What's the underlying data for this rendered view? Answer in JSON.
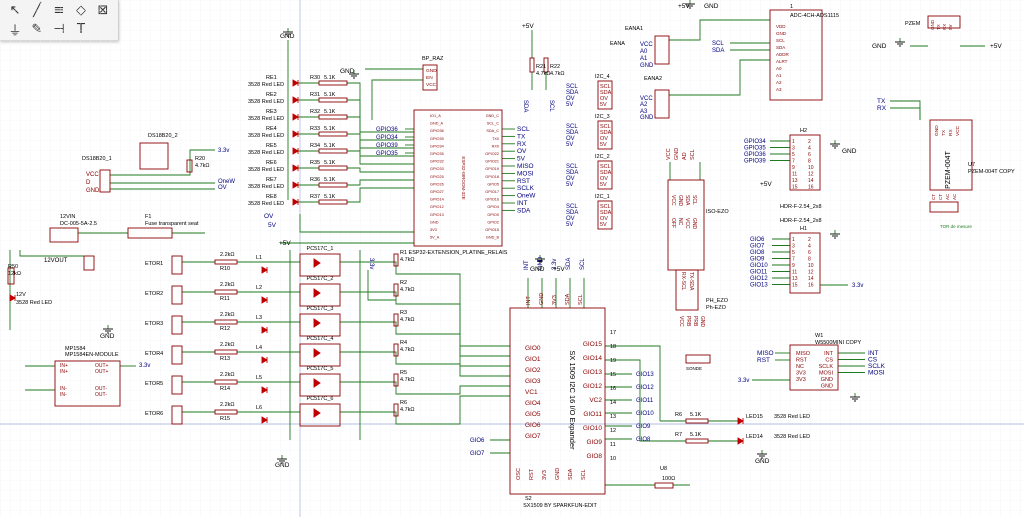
{
  "diagram": {
    "power": {
      "gnd": "GND",
      "v5": "+5V",
      "v33": "3.3v",
      "v5b": "5V",
      "v33b": "3.3v"
    },
    "esp": {
      "ref": "ESP32-EXTENSION_PLATINE_RELAIS",
      "inner": "ESP32-WROOM-32E",
      "left_pins": [
        "IO1_A",
        "GND_A",
        "GPIO36",
        "GPIO39",
        "GPIO34",
        "GPIO35",
        "GPIO32",
        "GPIO33",
        "GPIO25",
        "GPIO26",
        "GPIO27",
        "GPIO14",
        "GPIO12",
        "GPIO13",
        "GND",
        "3V3",
        "5V_A"
      ],
      "right_pins": [
        "GND_C",
        "SCL_C",
        "SDA_C",
        "TX0",
        "RX0",
        "GPIO22",
        "GPIO21",
        "GPIO19",
        "GPIO18",
        "GPIO5",
        "GPIO17",
        "GPIO16",
        "GPIO4",
        "GPIO0",
        "GPIO2",
        "GPIO15",
        "GND_B"
      ],
      "left_nets": [
        "GPIO36",
        "GPIO34",
        "GPIO39",
        "GPIO35"
      ],
      "right_nets": [
        "SCL",
        "TX",
        "RX",
        "OV",
        "5V",
        "MISO",
        "MOSI",
        "RST",
        "SCLK",
        "OneW",
        "INT",
        "SDA"
      ]
    },
    "bp": {
      "ref": "BP_RAZ",
      "pins": [
        "GND",
        "EN",
        "VCC"
      ]
    },
    "leds_top": [
      {
        "ref": "RE1",
        "type": "3528 Red LED",
        "r": "R30",
        "val": "5.1K"
      },
      {
        "ref": "RE2",
        "type": "3528 Red LED",
        "r": "R31",
        "val": "5.1K"
      },
      {
        "ref": "RE3",
        "type": "3528 Red LED",
        "r": "R32",
        "val": "5.1K"
      },
      {
        "ref": "RE4",
        "type": "3528 Red LED",
        "r": "R33",
        "val": "5.1K"
      },
      {
        "ref": "RE5",
        "type": "3528 Red LED",
        "r": "R34",
        "val": "5.1K"
      },
      {
        "ref": "RE6",
        "type": "3528 Red LED",
        "r": "R35",
        "val": "5.1K"
      },
      {
        "ref": "RE7",
        "type": "3528 Red LED",
        "r": "R36",
        "val": "5.1K"
      },
      {
        "ref": "RE8",
        "type": "3528 Red LED",
        "r": "R37",
        "val": "5.1K"
      }
    ],
    "ds18": {
      "ref": "DS18B20_2",
      "ref2": "DS18B20_1",
      "r": "R20",
      "val": "4.7kΩ",
      "pins": [
        "VCC",
        "D",
        "GND"
      ],
      "nets": [
        "3.3v",
        "OneW",
        "OV"
      ]
    },
    "fuse": {
      "ref": "F1",
      "desc": "Fuse transparent seat"
    },
    "jack": {
      "ref": "12VIN",
      "desc": "DC-005-5A-2.5"
    },
    "vout": "12VOUT",
    "r50": {
      "ref": "R50",
      "val": "12kΩ"
    },
    "led12": {
      "ref": "12V",
      "type": "3528 Red LED"
    },
    "mp": {
      "ref": "MP1584",
      "desc": "MP1584EN-MODULE",
      "pins": [
        "IN+",
        "IN+",
        "IN-",
        "IN-",
        "OUT+",
        "OUT+",
        "OUT-",
        "OUT-"
      ],
      "net": "3.3v"
    },
    "etor": [
      "ETOR1",
      "ETOR2",
      "ETOR3",
      "ETOR4",
      "ETOR5",
      "ETOR6"
    ],
    "etor_r": [
      {
        "ref": "R10",
        "val": "2.2kΩ"
      },
      {
        "ref": "R11",
        "val": "2.2kΩ"
      },
      {
        "ref": "R12",
        "val": "2.2kΩ"
      },
      {
        "ref": "R13",
        "val": "2.2kΩ"
      },
      {
        "ref": "R14",
        "val": "2.2kΩ"
      },
      {
        "ref": "R15",
        "val": "2.2kΩ"
      }
    ],
    "etor_l": [
      "L1",
      "L2",
      "L3",
      "L4",
      "L5",
      "L6"
    ],
    "opto": [
      "PC517C_1",
      "PC517C_2",
      "PC517C_3",
      "PC517C_4",
      "PC517C_5",
      "PC517C_6"
    ],
    "pullups": [
      {
        "ref": "R1",
        "val": "4.7kΩ"
      },
      {
        "ref": "R2",
        "val": "4.7kΩ"
      },
      {
        "ref": "R3",
        "val": "4.7kΩ"
      },
      {
        "ref": "R4",
        "val": "4.7kΩ"
      },
      {
        "ref": "R5",
        "val": "4.7kΩ"
      },
      {
        "ref": "R6",
        "val": "4.7kΩ"
      }
    ],
    "sx": {
      "ref": "S2",
      "title": "SX 1509",
      "subtitle": "I2C 16 I/O Expander",
      "footer": "SX1509 BY SPARKFUN-EDIT",
      "left_pins": [
        "GIO0",
        "GIO1",
        "GIO2",
        "GIO3",
        "VC1",
        "GIO4",
        "GIO5",
        "GIO6",
        "GIO7"
      ],
      "right_pins": [
        "GIO15",
        "GIO14",
        "GIO13",
        "GIO12",
        "VC2",
        "GIO11",
        "GIO10",
        "GIO9",
        "GIO8"
      ],
      "top_pins": [
        "INT",
        "GND",
        "3V3",
        "SDA",
        "SCL"
      ],
      "bottom_pins": [
        "OSC",
        "RST",
        "3V3",
        "GND",
        "SDA",
        "SCL"
      ],
      "left_nets": [
        "GIO6",
        "GIO7"
      ],
      "right_nets": [
        "GIO13",
        "GIO12",
        "GIO11",
        "GIO10",
        "GIO9",
        "GIO8"
      ],
      "top_nets": [
        "INT",
        "GND",
        "3.3v",
        "SDA",
        "SCL"
      ],
      "pin_numbers": [
        "17",
        "18",
        "19",
        "15",
        "16",
        "14",
        "13",
        "12",
        "11",
        "10"
      ]
    },
    "i2c": [
      "I2C_4",
      "I2C_3",
      "I2C_2",
      "I2C_1"
    ],
    "i2c_pins": [
      "SCL",
      "SDA",
      "OV",
      "5V"
    ],
    "r_i2c": [
      {
        "ref": "R21",
        "val": "4.7kΩ"
      },
      {
        "ref": "R22",
        "val": "4.7kΩ"
      }
    ],
    "ads": {
      "ref": "ADC-4CH-ADS1115",
      "num": "1",
      "pins": [
        "VDD",
        "GND",
        "SCL",
        "SDA",
        "ADDR",
        "ALRT",
        "A0",
        "A1",
        "A2",
        "A3"
      ],
      "net_left": [
        "VCC",
        "A0",
        "A1",
        "GND",
        "VCC",
        "A2",
        "A3",
        "GND"
      ],
      "net_right": [
        "SCL",
        "SDA"
      ],
      "eana": [
        "EANA1",
        "EANA",
        "EANA2"
      ]
    },
    "pzem": {
      "ref": "PZEM",
      "desc": "PZEM-004T",
      "desc2": "PZEM-004T COPY",
      "u": "U7",
      "pins": [
        "GND",
        "TX",
        "RX",
        "5V"
      ],
      "pins2": [
        "GND",
        "TX",
        "RX",
        "VCC"
      ],
      "pins3": [
        "CT",
        "CT",
        "AC",
        "AC"
      ],
      "nets": [
        "TX",
        "RX"
      ],
      "tor": "TOR de mesure"
    },
    "h2": {
      "ref": "H2",
      "desc": "HDR-F-2.54_2x8",
      "nets": [
        "GPIO34",
        "GPIO35",
        "GPIO36",
        "GPIO39"
      ],
      "pins": [
        "1",
        "2",
        "3",
        "4",
        "5",
        "6",
        "7",
        "8",
        "9",
        "10",
        "11",
        "12",
        "13",
        "14",
        "15",
        "16"
      ]
    },
    "h1": {
      "ref": "H1",
      "desc": "HDR-F-2.54_2x8",
      "nets": [
        "GIO6",
        "GIO7",
        "GIO8",
        "GIO9",
        "GIO10",
        "GIO11",
        "GIO12",
        "GIO13"
      ]
    },
    "ezo": {
      "ref": "ISO-EZO",
      "ref2": "PH_EZO",
      "ref3": "Ph-EZO",
      "pins": [
        "VCC",
        "GND",
        "SDA",
        "SCL"
      ],
      "pins2": [
        "OFF",
        "NC",
        "VCC",
        "GND"
      ],
      "pins3": [
        "RX-SCL",
        "TX-SDA"
      ],
      "pins4": [
        "VCC",
        "PRB",
        "PRB",
        "GND"
      ],
      "pins5": [
        "VCC",
        "GND",
        "AD",
        "SCL"
      ],
      "sonde": "SONDE"
    },
    "w5500": {
      "ref": "W1",
      "desc": "W5500MINI COPY",
      "left": [
        "MISO",
        "RST",
        "NC",
        "3V3",
        "3V3"
      ],
      "right": [
        "INT",
        "CS",
        "SCLK",
        "MOSI",
        "GND",
        "GND"
      ],
      "nets_l": [
        "MISO",
        "RST"
      ],
      "nets_r": [
        "INT",
        "CS",
        "SCLK",
        "MOSI"
      ]
    },
    "leds_bottom": [
      {
        "r": "R6",
        "val": "5.1K",
        "led": "LED15",
        "type": "3528 Red LED"
      },
      {
        "r": "R7",
        "val": "5.1K",
        "led": "LED14",
        "type": "3528 Red LED"
      }
    ],
    "u8": {
      "ref": "U8",
      "val": "100Ω"
    }
  }
}
